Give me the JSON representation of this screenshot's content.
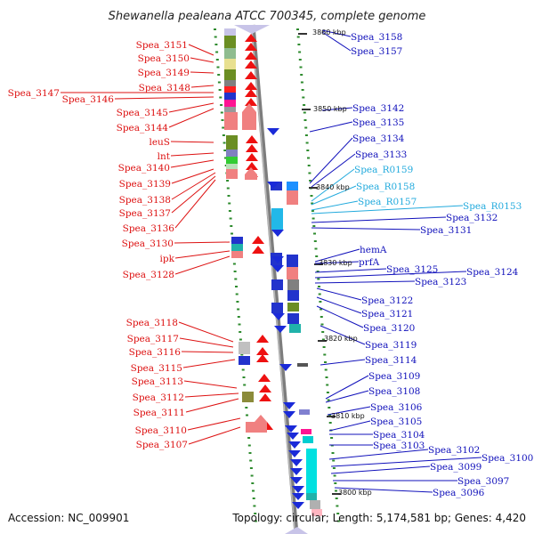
{
  "title": "Shewanella pealeana ATCC 700345, complete genome",
  "footer": {
    "accession": "Accession: NC_009901",
    "topology": "Topology: circular; Length: 5,174,581 bp; Genes: 4,420"
  },
  "colors": {
    "left_label": "#dd1111",
    "right_label": "#1111bb",
    "rna_label": "#22aadd",
    "backbone": "#888888",
    "tick": "#2e8b2e"
  },
  "scale_labels": [
    "3860 kbp",
    "3850 kbp",
    "3840 kbp",
    "3830 kbp",
    "3820 kbp",
    "3810 kbp",
    "3800 kbp"
  ],
  "left_genes": [
    "Spea_3151",
    "Spea_3150",
    "Spea_3149",
    "Spea_3148",
    "Spea_3147",
    "Spea_3146",
    "Spea_3145",
    "Spea_3144",
    "leuS",
    "lnt",
    "Spea_3140",
    "Spea_3139",
    "Spea_3138",
    "Spea_3137",
    "Spea_3136",
    "Spea_3130",
    "ipk",
    "Spea_3128",
    "Spea_3118",
    "Spea_3117",
    "Spea_3116",
    "Spea_3115",
    "Spea_3113",
    "Spea_3112",
    "Spea_3111",
    "Spea_3110",
    "Spea_3107"
  ],
  "right_genes": [
    "Spea_3158",
    "Spea_3157",
    "Spea_3142",
    "Spea_3135",
    "Spea_3134",
    "Spea_3133",
    "Spea_3132",
    "Spea_3131",
    "hemA",
    "prfA",
    "Spea_3125",
    "Spea_3124",
    "Spea_3123",
    "Spea_3122",
    "Spea_3121",
    "Spea_3120",
    "Spea_3119",
    "Spea_3114",
    "Spea_3109",
    "Spea_3108",
    "Spea_3106",
    "Spea_3105",
    "Spea_3104",
    "Spea_3103",
    "Spea_3102",
    "Spea_3100",
    "Spea_3099",
    "Spea_3097",
    "Spea_3096"
  ],
  "rna_genes": [
    "Spea_R0159",
    "Spea_R0158",
    "Spea_R0157",
    "Spea_R0153"
  ]
}
